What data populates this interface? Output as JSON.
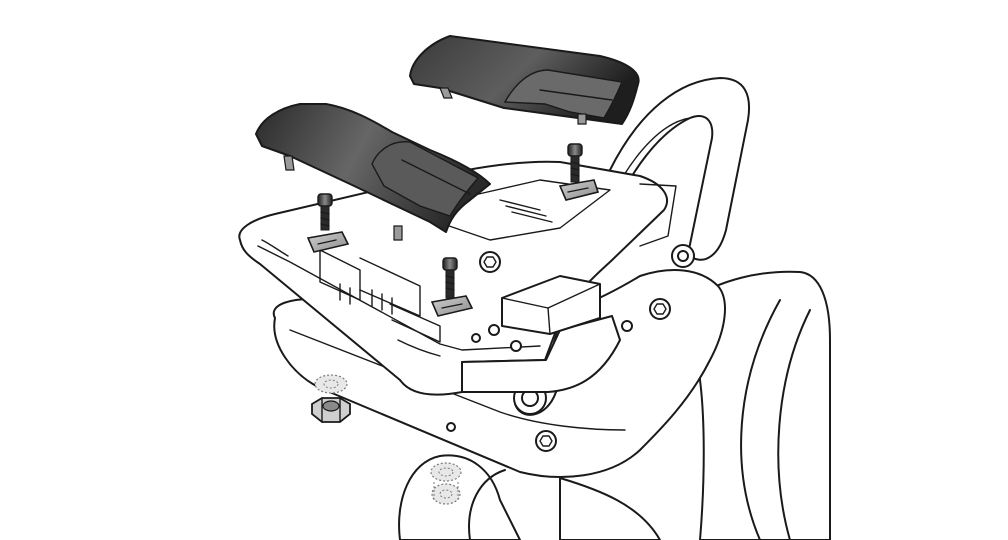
{
  "figure": {
    "kind": "exploded assembly line drawing",
    "colors": {
      "outline": "#1a1a1a",
      "cover_dark": "#2a2a2a",
      "cover_light": "#6b6b6b",
      "hidden_parts": "#7a7a7a",
      "background": "#ffffff"
    },
    "parts": {
      "covers": 2,
      "bolts": 3,
      "clamp_plates": 3,
      "nuts_visible": 1,
      "hidden_washers": 3
    }
  }
}
